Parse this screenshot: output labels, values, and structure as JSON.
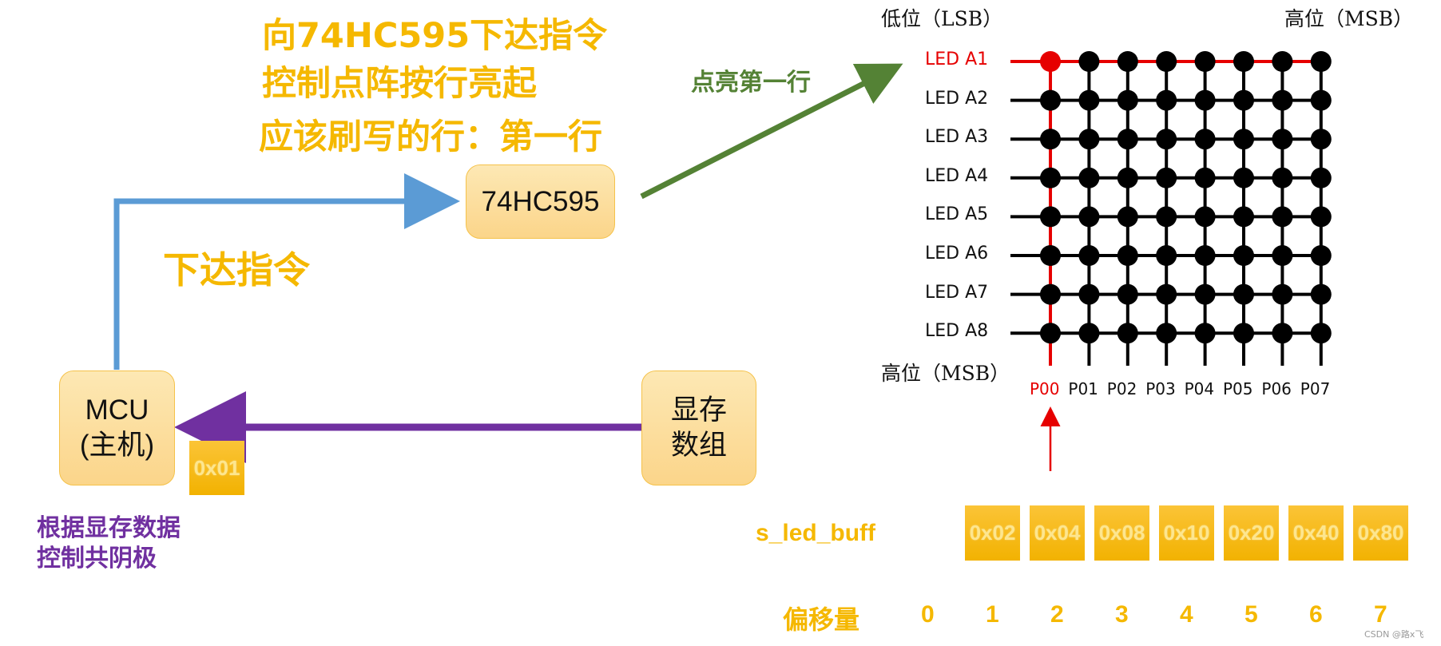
{
  "title": {
    "line1": "向74HC595下达指令",
    "line2": "控制点阵按行亮起",
    "line3": "应该刷写的行：第一行"
  },
  "nodes": {
    "chip": "74HC595",
    "mcu_line1": "MCU",
    "mcu_line2": "(主机)",
    "buffer_line1": "显存",
    "buffer_line2": "数组"
  },
  "labels": {
    "command": "下达指令",
    "light_row": "点亮第一行",
    "mcu_note_line1": "根据显存数据",
    "mcu_note_line2": "控制共阴极",
    "value_out": "0x01",
    "lsb_top": "低位（LSB）",
    "msb_top": "高位（MSB）",
    "msb_left": "高位（MSB）",
    "watermark": "CSDN @路x飞"
  },
  "matrix": {
    "rows": [
      "LED A1",
      "LED A2",
      "LED A3",
      "LED A4",
      "LED A5",
      "LED A6",
      "LED A7",
      "LED A8"
    ],
    "columns": [
      "P00",
      "P01",
      "P02",
      "P03",
      "P04",
      "P05",
      "P06",
      "P07"
    ],
    "lit_row": 0,
    "lit_col": 0,
    "highlight_color": "#e60000",
    "dot_color": "#000000"
  },
  "buffer": {
    "name": "s_led_buff",
    "values": [
      "0x02",
      "0x04",
      "0x08",
      "0x10",
      "0x20",
      "0x40",
      "0x80"
    ],
    "offset_label": "偏移量",
    "offsets": [
      "0",
      "1",
      "2",
      "3",
      "4",
      "5",
      "6",
      "7"
    ]
  },
  "colors": {
    "accent_yellow": "#f5b800",
    "mcu_arrow_blue": "#5b9bd5",
    "buffer_arrow_purple": "#7030a0",
    "light_arrow_green": "#548235",
    "note_purple": "#7030a0"
  }
}
